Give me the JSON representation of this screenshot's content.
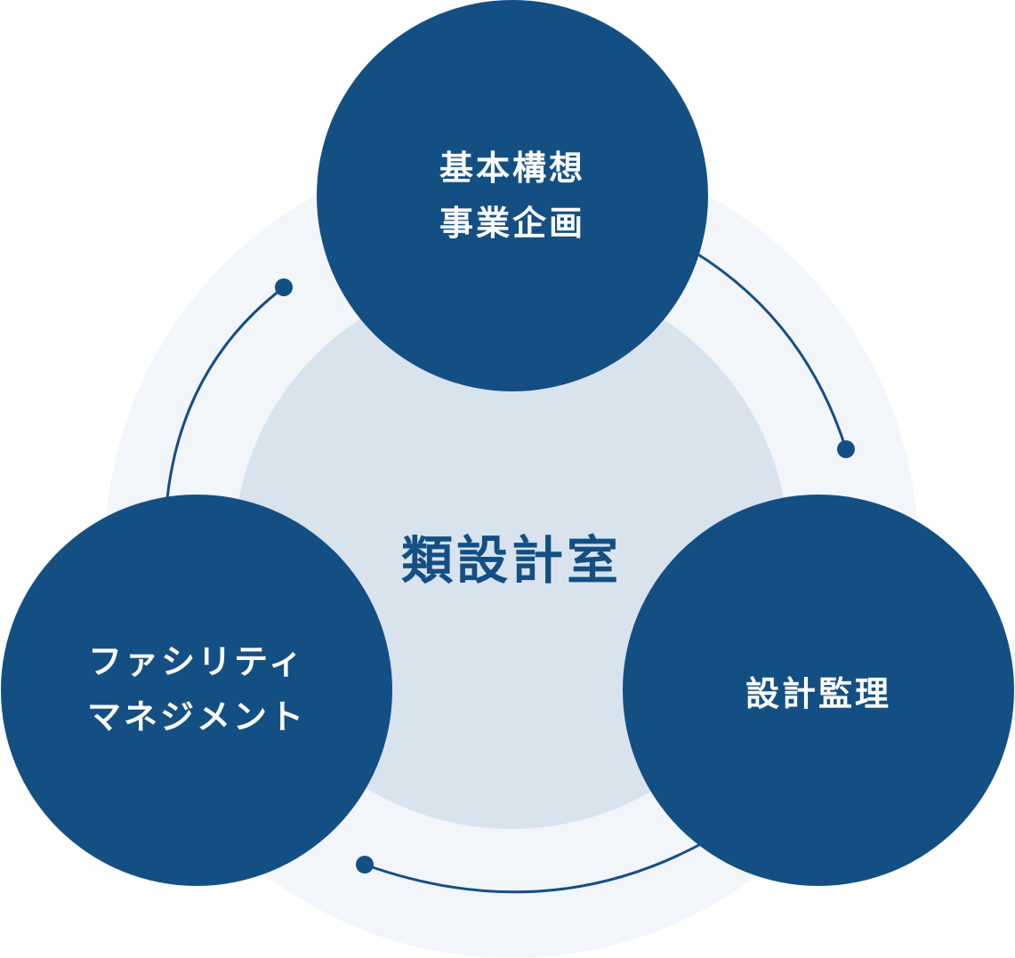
{
  "center": {
    "title": "類設計室"
  },
  "nodes": {
    "top": {
      "line1": "基本構想",
      "line2": "事業企画"
    },
    "right": {
      "line1": "設計監理"
    },
    "left": {
      "line1": "ファシリティ",
      "line2": "マネジメント"
    }
  },
  "colors": {
    "outer_ring": "#f2f5f9",
    "inner_disc": "#d8e3ee",
    "node_fill": "#144f84",
    "connector": "#144f84",
    "node_text": "#ffffff",
    "center_text": "#144f84"
  }
}
